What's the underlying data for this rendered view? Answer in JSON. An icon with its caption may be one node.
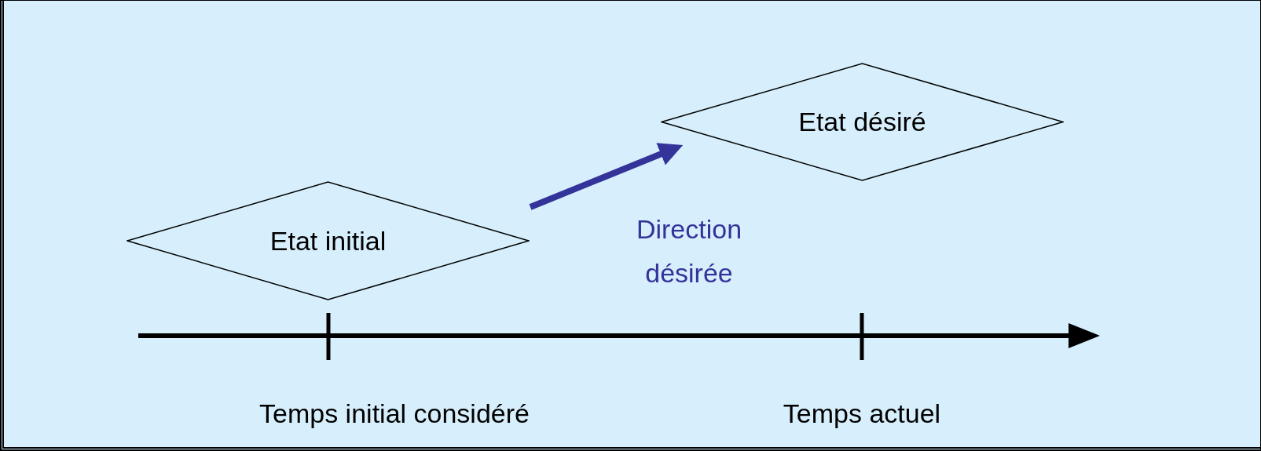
{
  "diagram": {
    "nodes": [
      {
        "text": [
          "Etat initial"
        ]
      },
      {
        "text": [
          "Etat désiré"
        ]
      }
    ],
    "edges": [
      {
        "from": 0,
        "to": 1,
        "arrow": "to",
        "label": "Direction désirée",
        "color": "#333399"
      }
    ],
    "labels": [
      "Temps initial considéré",
      "Temps actuel"
    ]
  }
}
